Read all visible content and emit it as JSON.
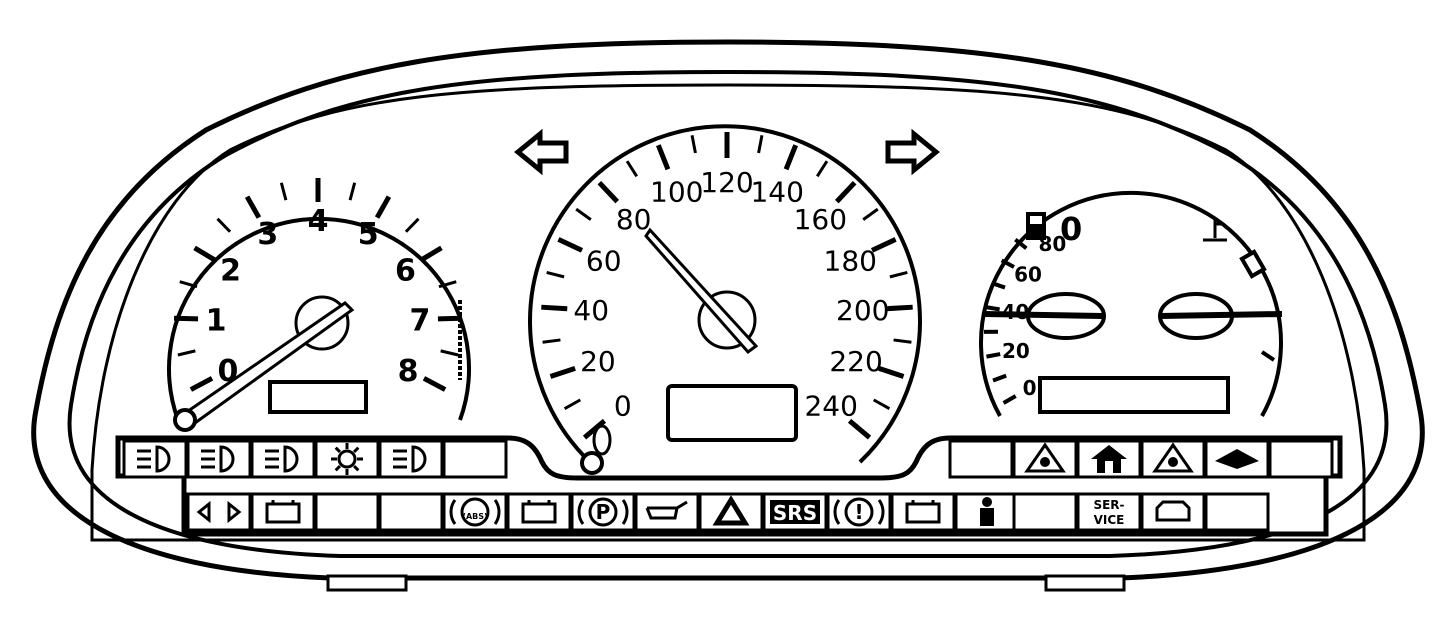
{
  "tachometer": {
    "labels": [
      "0",
      "1",
      "2",
      "3",
      "4",
      "5",
      "6",
      "7",
      "8"
    ],
    "needle_value": 0
  },
  "speedometer": {
    "labels": [
      "0",
      "20",
      "40",
      "60",
      "80",
      "100",
      "120",
      "140",
      "160",
      "180",
      "200",
      "220",
      "240"
    ],
    "needle_value": 80
  },
  "fuel_gauge": {
    "labels": [
      "0",
      "20",
      "40",
      "60",
      "80"
    ],
    "empty_label": "0",
    "icon": "fuel-pump-icon"
  },
  "temp_gauge": {
    "icon": "coolant-temperature-icon"
  },
  "indicators_top_left": [
    {
      "icon": "rear-fog-light-icon"
    },
    {
      "icon": "front-fog-light-icon"
    },
    {
      "icon": "high-beam-icon"
    },
    {
      "icon": "side-light-icon"
    },
    {
      "icon": "low-beam-icon"
    },
    {
      "icon": "blank"
    }
  ],
  "indicators_bottom_left": [
    {
      "icon": "turn-signal-icon"
    },
    {
      "icon": "trailer-icon"
    },
    {
      "icon": "blank"
    },
    {
      "icon": "blank"
    }
  ],
  "indicators_center": [
    {
      "icon": "abs-icon",
      "label": "(ABS)"
    },
    {
      "icon": "door-open-icon"
    },
    {
      "icon": "parking-brake-icon",
      "label": "P"
    },
    {
      "icon": "oil-pressure-icon"
    },
    {
      "icon": "warning-triangle-icon"
    },
    {
      "icon": "srs-airbag-icon",
      "label": "SRS"
    },
    {
      "icon": "brake-warning-icon",
      "label": "!"
    },
    {
      "icon": "battery-icon"
    },
    {
      "icon": "seatbelt-icon"
    }
  ],
  "indicators_top_right": [
    {
      "icon": "blank"
    },
    {
      "icon": "traction-control-icon"
    },
    {
      "icon": "home-icon"
    },
    {
      "icon": "slippery-road-icon"
    },
    {
      "icon": "washer-fluid-icon"
    },
    {
      "icon": "blank"
    }
  ],
  "indicators_bottom_right": [
    {
      "icon": "blank"
    },
    {
      "icon": "service-icon",
      "label_line1": "SER-",
      "label_line2": "VICE"
    },
    {
      "icon": "check-engine-icon"
    },
    {
      "icon": "blank"
    }
  ]
}
